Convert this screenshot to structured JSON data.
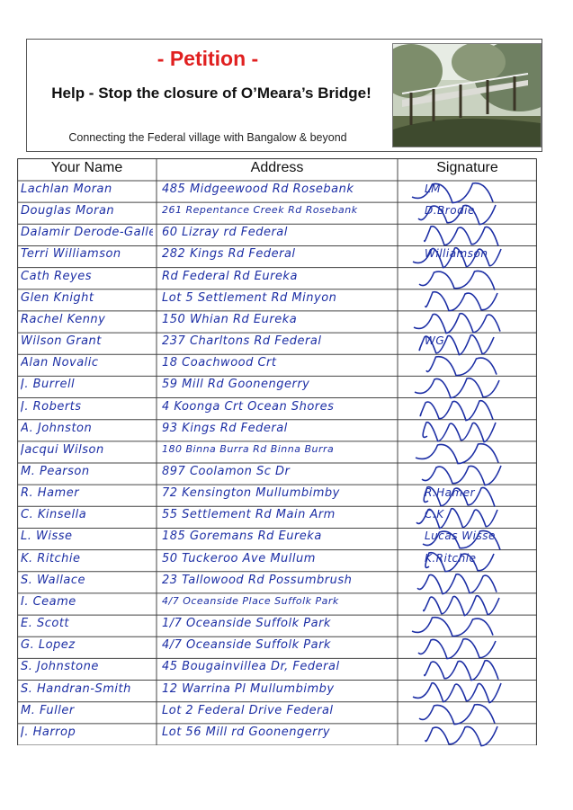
{
  "header": {
    "title": "- Petition -",
    "subtitle": "Help - Stop the closure of O’Meara’s Bridge!",
    "tagline": "Connecting the Federal village with Bangalow & beyond"
  },
  "columns": [
    "Your Name",
    "Address",
    "Signature"
  ],
  "rows": [
    {
      "name": "Lachlan Moran",
      "address": "485 Midgeewood Rd Rosebank",
      "signature": "LM"
    },
    {
      "name": "Douglas Moran",
      "address": "261 Repentance Creek Rd Rosebank",
      "signature": "D.Brodie"
    },
    {
      "name": "Dalamir Derode-Gallet",
      "address": "60 Lizray rd Federal",
      "signature": ""
    },
    {
      "name": "Terri Williamson",
      "address": "282 Kings Rd Federal",
      "signature": "Williamson"
    },
    {
      "name": "Cath Reyes",
      "address": "Rd Federal Rd Eureka",
      "signature": ""
    },
    {
      "name": "Glen Knight",
      "address": "Lot 5 Settlement Rd Minyon",
      "signature": ""
    },
    {
      "name": "Rachel Kenny",
      "address": "150 Whian Rd Eureka",
      "signature": ""
    },
    {
      "name": "Wilson Grant",
      "address": "237 Charltons Rd Federal",
      "signature": "WG"
    },
    {
      "name": "Alan Novalic",
      "address": "18 Coachwood Crt",
      "signature": ""
    },
    {
      "name": "J. Burrell",
      "address": "59 Mill Rd Goonengerry",
      "signature": ""
    },
    {
      "name": "J. Roberts",
      "address": "4 Koonga Crt Ocean Shores",
      "signature": ""
    },
    {
      "name": "A. Johnston",
      "address": "93 Kings Rd Federal",
      "signature": ""
    },
    {
      "name": "Jacqui Wilson",
      "address": "180 Binna Burra Rd Binna Burra",
      "signature": ""
    },
    {
      "name": "M. Pearson",
      "address": "897 Coolamon Sc Dr",
      "signature": ""
    },
    {
      "name": "R. Hamer",
      "address": "72 Kensington Mullumbimby",
      "signature": "R.Hamer"
    },
    {
      "name": "C. Kinsella",
      "address": "55 Settlement Rd Main Arm",
      "signature": "C.K"
    },
    {
      "name": "L. Wisse",
      "address": "185 Goremans Rd Eureka",
      "signature": "Lucas Wisse"
    },
    {
      "name": "K. Ritchie",
      "address": "50 Tuckeroo Ave Mullum",
      "signature": "K.Ritchie"
    },
    {
      "name": "S. Wallace",
      "address": "23 Tallowood Rd Possumbrush",
      "signature": ""
    },
    {
      "name": "I. Ceame",
      "address": "4/7 Oceanside Place Suffolk Park",
      "signature": ""
    },
    {
      "name": "E. Scott",
      "address": "1/7 Oceanside Suffolk Park",
      "signature": ""
    },
    {
      "name": "G. Lopez",
      "address": "4/7 Oceanside Suffolk Park",
      "signature": ""
    },
    {
      "name": "S. Johnstone",
      "address": "45 Bougainvillea Dr, Federal",
      "signature": ""
    },
    {
      "name": "S. Handran-Smith",
      "address": "12 Warrina Pl Mullumbimby",
      "signature": ""
    },
    {
      "name": "M. Fuller",
      "address": "Lot 2 Federal Drive Federal",
      "signature": ""
    },
    {
      "name": "J. Harrop",
      "address": "Lot 56 Mill rd Goonengerry",
      "signature": ""
    }
  ]
}
